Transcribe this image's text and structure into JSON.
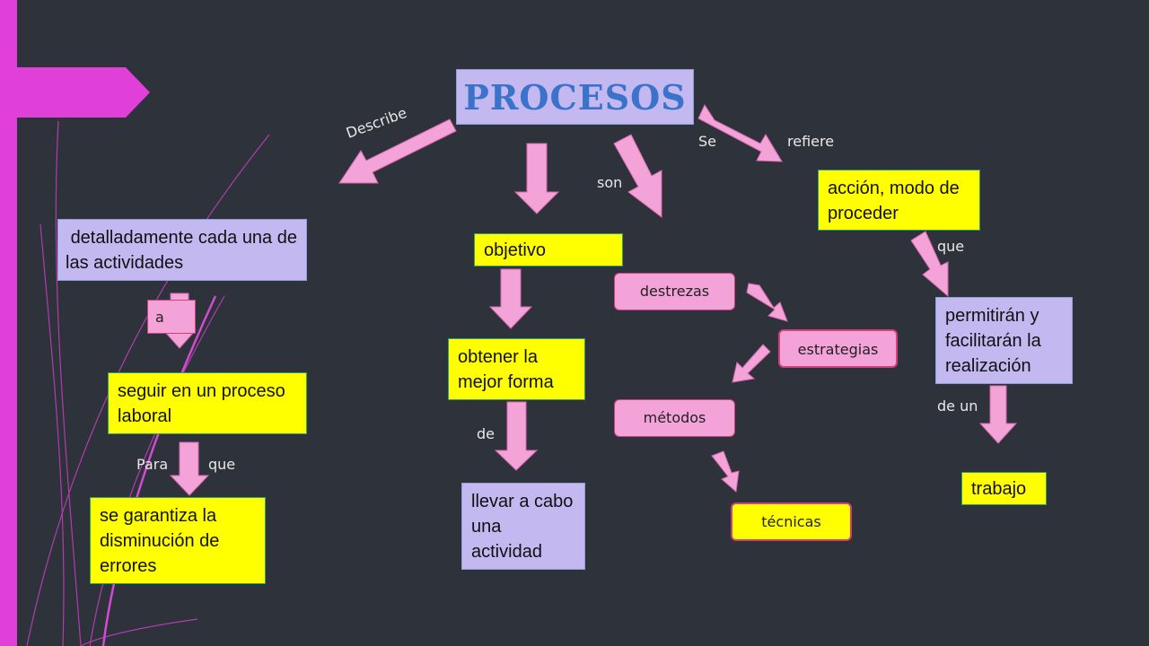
{
  "title": "PROCESOS",
  "left": {
    "box1": " detalladamente cada una de las actividades",
    "small_label": "a",
    "box2": "seguir en un proceso laboral",
    "para": "Para",
    "que": "que",
    "box3": "se garantiza la disminución de errores"
  },
  "center": {
    "objetivo": "objetivo",
    "obtener": "obtener la mejor forma",
    "de": "de",
    "llevar": "llevar a cabo una actividad"
  },
  "mid": {
    "son": "son",
    "destrezas": "destrezas",
    "estrategias": "estrategias",
    "metodos": "métodos",
    "tecnicas": "técnicas"
  },
  "right": {
    "se": "Se",
    "refiere": "refiere",
    "accion": "acción, modo de proceder",
    "que": "que",
    "permitiran": "permitirán y facilitarán la realización",
    "de_un": "de un",
    "trabajo": "trabajo"
  },
  "describe": "Describe",
  "colors": {
    "background": "#2e323a",
    "magenta": "#e03fd8",
    "arrow_pink": "#f4a3d8",
    "yellow": "#ffff00",
    "lavender": "#c4b8f0",
    "title_blue": "#3a73c9"
  }
}
